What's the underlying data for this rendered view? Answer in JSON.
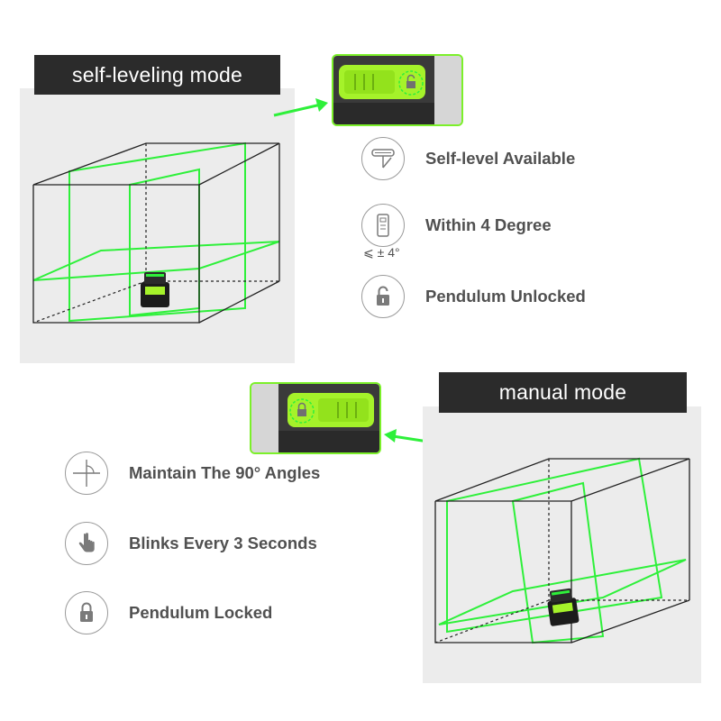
{
  "colors": {
    "laser_green": "#2ef03a",
    "accent_lime": "#a5f22a",
    "banner_bg": "#2b2b2b",
    "text_gray": "#505050"
  },
  "self_leveling": {
    "title": "self-leveling mode",
    "features": [
      {
        "label": "Self-level Available",
        "icon": "pendulum-swing-icon"
      },
      {
        "label": "Within 4 Degree",
        "icon": "tilt-device-icon",
        "note": "⩽ ± 4°"
      },
      {
        "label": "Pendulum Unlocked",
        "icon": "unlocked-padlock-icon"
      }
    ]
  },
  "manual": {
    "title": "manual mode",
    "features": [
      {
        "label": "Maintain The 90° Angles",
        "icon": "crosshair-angle-icon"
      },
      {
        "label": "Blinks Every 3 Seconds",
        "icon": "pointing-hand-icon"
      },
      {
        "label": "Pendulum Locked",
        "icon": "locked-padlock-icon"
      }
    ]
  }
}
